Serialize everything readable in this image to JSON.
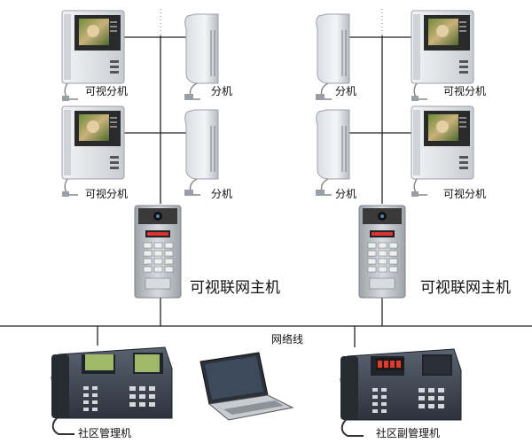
{
  "labels": {
    "video_indoor_unit": "可视分机",
    "extension": "分机",
    "door_station": "可视联网主机",
    "network_line": "网络线",
    "management_unit": "社区管理机",
    "sub_management_unit": "社区副管理机"
  },
  "colors": {
    "line": "#222222",
    "dotted_line": "#888888",
    "device_body": "#e2e4e8",
    "screen_frame": "#2a2a2a",
    "panel_silver": "#b8bcc2",
    "console_dark": "#3d4450",
    "display_green": "#9fb86a",
    "led_red": "#e33b2a"
  },
  "icons": [
    "video-monitor-icon",
    "handset-icon",
    "door-station-icon",
    "management-console-icon",
    "laptop-icon"
  ]
}
